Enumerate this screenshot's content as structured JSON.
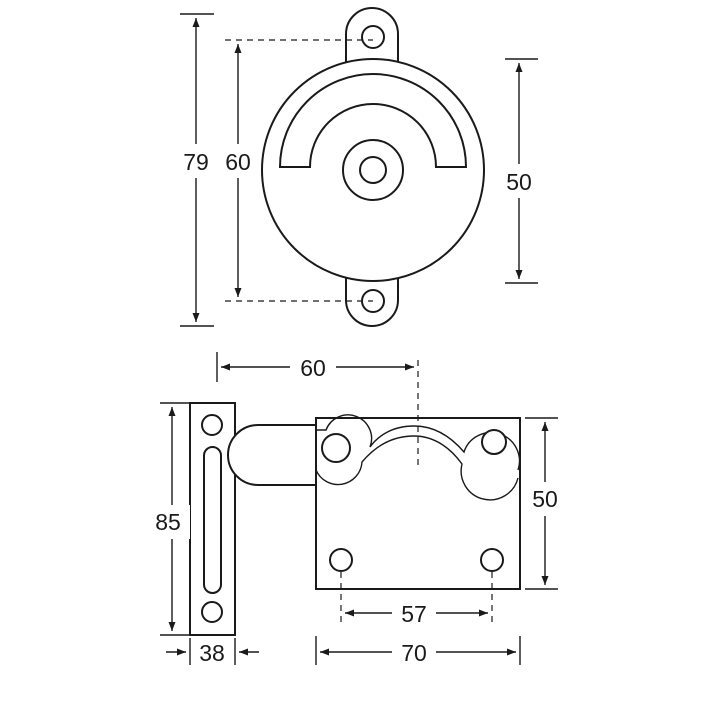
{
  "drawing": {
    "top_view": {
      "overall_height": "79",
      "hole_spacing": "60",
      "disc_diameter": "50"
    },
    "side_view": {
      "hinge_offset": "60",
      "plate_height": "85",
      "plate_width": "38",
      "body_height": "50",
      "hole_spacing": "57",
      "body_width": "70"
    },
    "line_color": "#1a1a1a"
  }
}
